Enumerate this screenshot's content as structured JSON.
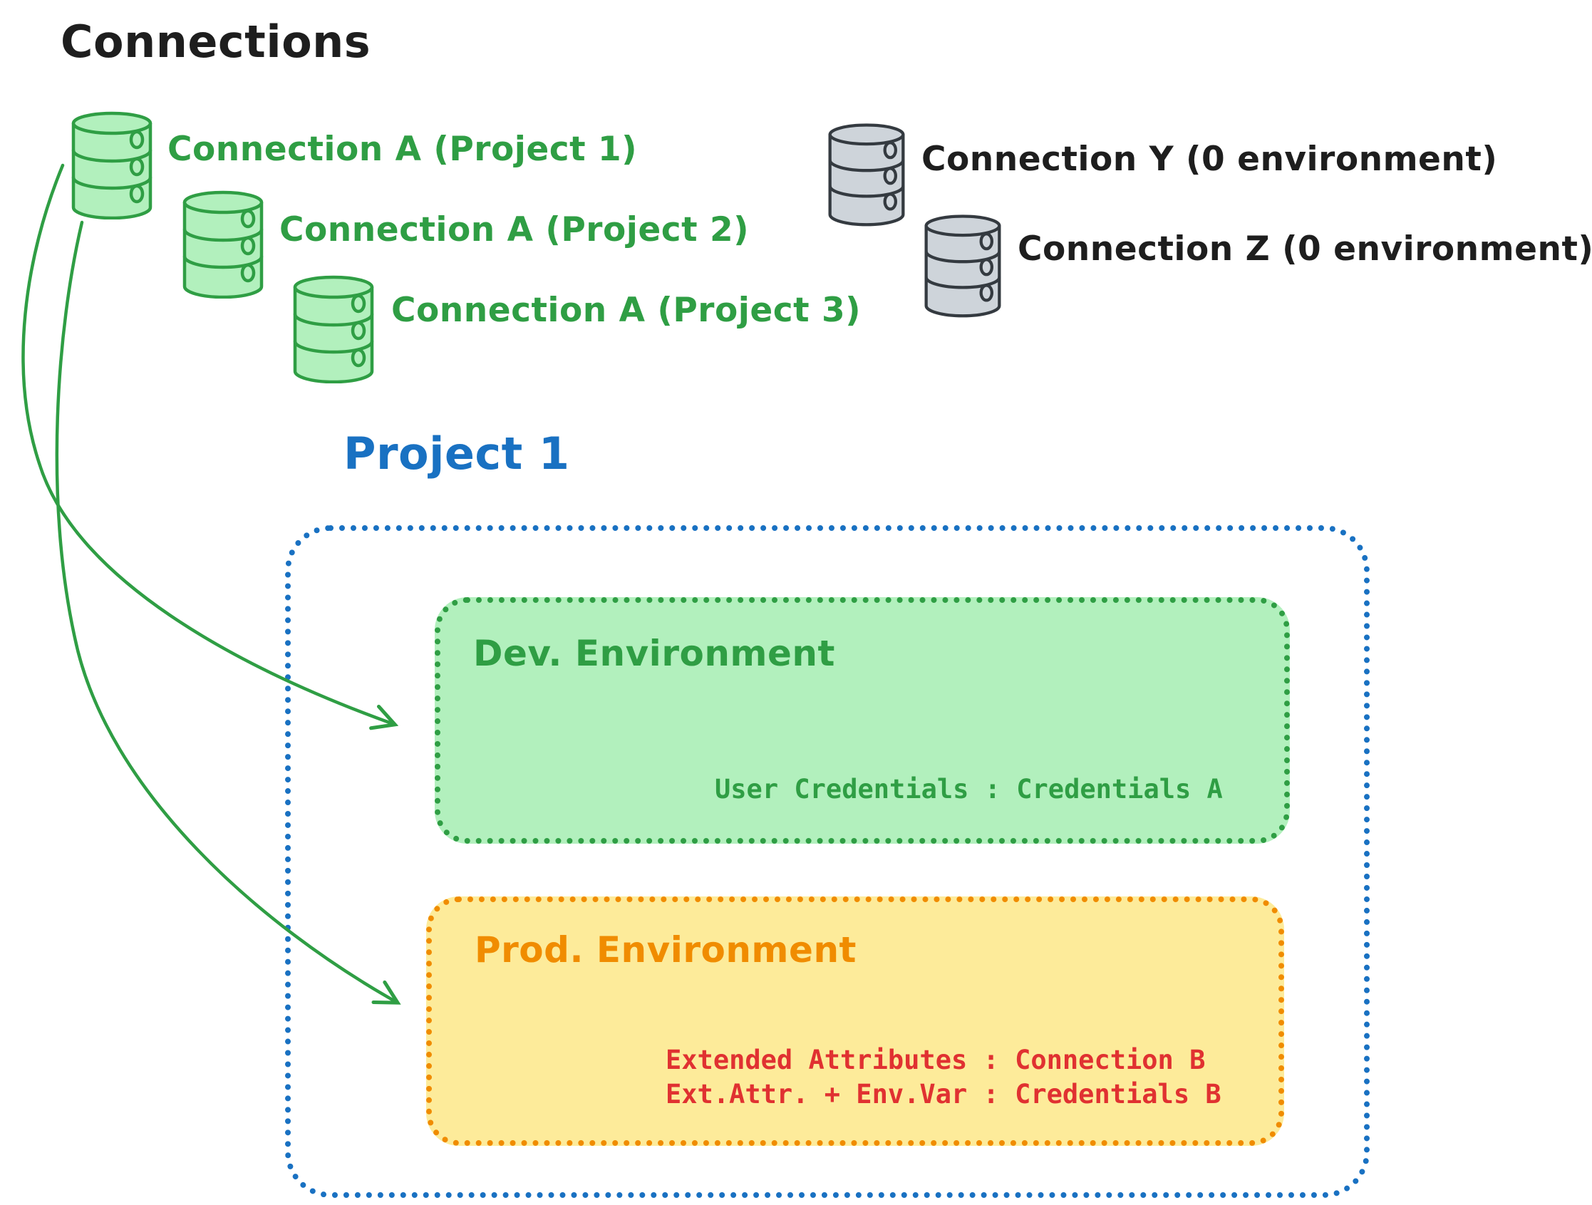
{
  "title": "Connections",
  "palette": {
    "ink": "#1e1e1e",
    "green_stroke": "#2f9e44",
    "green_fill": "#b2f0bd",
    "gray_stroke": "#343a40",
    "gray_fill": "#ced4da",
    "blue": "#1971c2",
    "orange": "#f08c00",
    "yellow_fill": "#fdeb9a",
    "red": "#e03131"
  },
  "connections": {
    "project_scoped": [
      {
        "label": "Connection A (Project 1)"
      },
      {
        "label": "Connection A (Project 2)"
      },
      {
        "label": "Connection A (Project 3)"
      }
    ],
    "unassigned": [
      {
        "label": "Connection Y (0 environment)"
      },
      {
        "label": "Connection Z (0 environment)"
      }
    ]
  },
  "project": {
    "title": "Project 1",
    "environments": [
      {
        "name": "Dev. Environment",
        "bindings": [
          "User Credentials : Credentials A"
        ]
      },
      {
        "name": "Prod. Environment",
        "bindings": [
          "Extended Attributes : Connection B",
          "Ext.Attr. + Env.Var : Credentials B"
        ]
      }
    ]
  }
}
